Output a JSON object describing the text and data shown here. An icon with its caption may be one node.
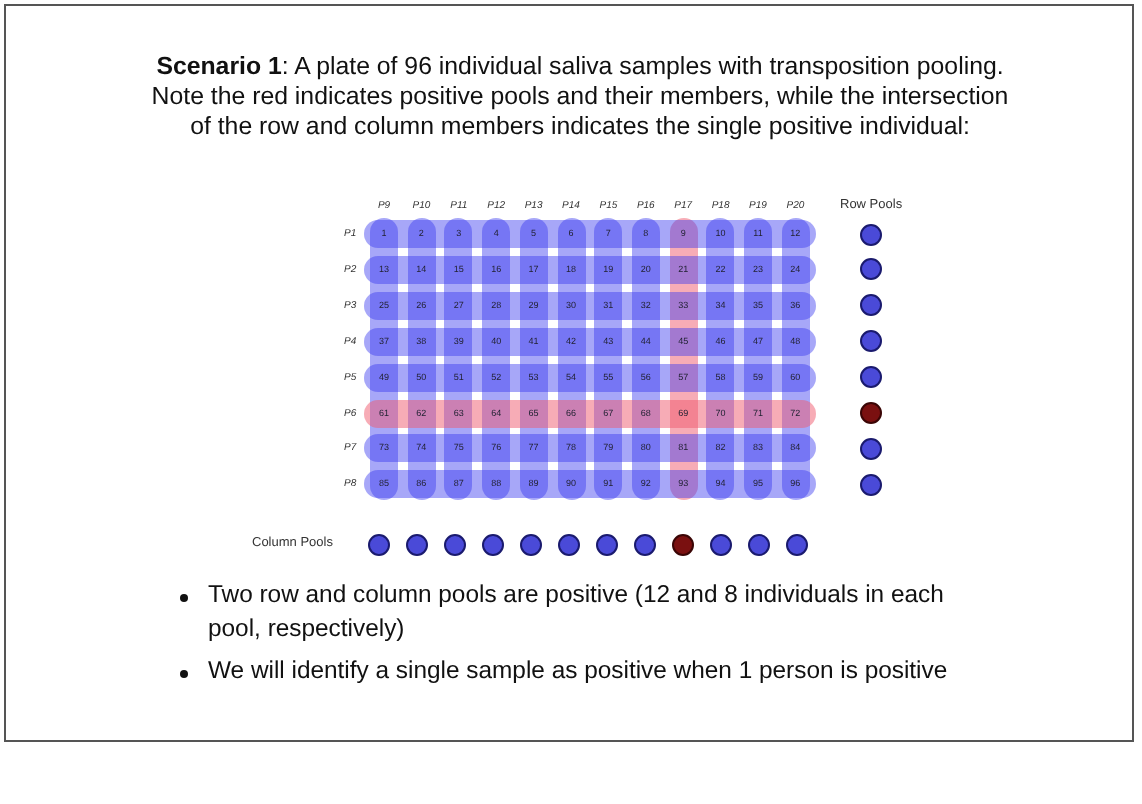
{
  "diagram": {
    "title": "**Scenario 1**: A plate of 96 individual saliva samples with transposition pooling. Note the red indicates positive pools and their members, while the intersection of the row and column members indicates the single positive individual:",
    "labels": [
      "P9",
      "P10",
      "P11",
      "P12",
      "P13",
      "P14",
      "P15",
      "P16",
      "P17",
      "P18",
      "P19",
      "P20",
      "Row Pools",
      "P1",
      "1",
      "2",
      "3",
      "4",
      "5",
      "6",
      "7",
      "8",
      "9",
      "10",
      "11",
      "12",
      "P2",
      "13",
      "14",
      "15",
      "16",
      "17",
      "18",
      "19",
      "20",
      "21",
      "22",
      "23",
      "24",
      "P3",
      "25",
      "26",
      "27",
      "28",
      "29",
      "30",
      "31",
      "32",
      "33",
      "34",
      "35",
      "36",
      "P4",
      "37",
      "38",
      "39",
      "40",
      "41",
      "42",
      "43",
      "44",
      "45",
      "46",
      "47",
      "48",
      "P5",
      "49",
      "50",
      "51",
      "52",
      "53",
      "54",
      "55",
      "56",
      "57",
      "58",
      "59",
      "60",
      "P6",
      "61",
      "62",
      "63",
      "64",
      "65",
      "66",
      "67",
      "68",
      "69",
      "70",
      "71",
      "72",
      "P7",
      "73",
      "74",
      "75",
      "76",
      "77",
      "78",
      "79",
      "80",
      "81",
      "82",
      "83",
      "84",
      "P8",
      "85",
      "86",
      "87",
      "88",
      "89",
      "90",
      "91",
      "92",
      "93",
      "94",
      "95",
      "96",
      "Column Pools",
      "Two row and column pools are positive (12 and 8 individuals in each pool, respectively)",
      "We will identify a single sample as positive when 1 person is positive"
    ]
  }
}
